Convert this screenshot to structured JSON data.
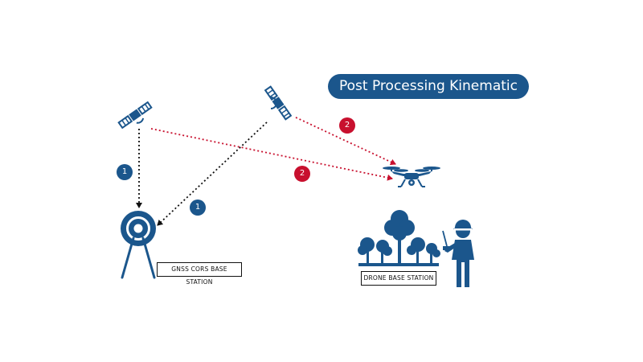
{
  "title": "Post Processing Kinematic (PPK)",
  "labels": {
    "gnss_station": "GNSS CORS BASE STATION",
    "drone_station": "DRONE BASE STATION"
  },
  "badges": {
    "left_path": "1",
    "right_path": "1",
    "upper_red": "2",
    "lower_red": "2"
  },
  "colors": {
    "primary_blue": "#1b568c",
    "signal_red": "#c8102e",
    "signal_black": "#111111"
  },
  "icons": [
    "satellite-icon",
    "gnss-antenna-icon",
    "drone-icon",
    "tree-icon",
    "drone-pilot-icon",
    "remote-controller-icon"
  ]
}
